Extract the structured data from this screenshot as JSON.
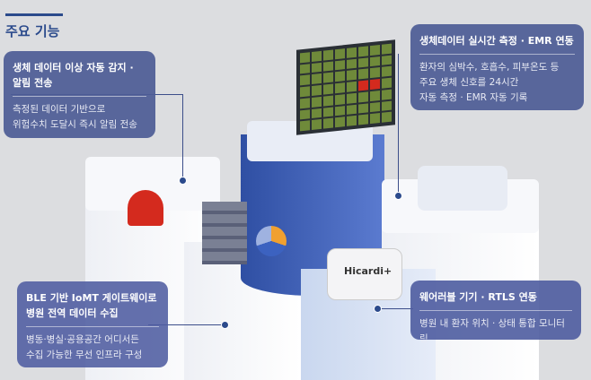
{
  "section_title": "주요 기능",
  "cards": [
    {
      "title_lines": [
        "생체 데이터 이상 자동 감지 ·",
        "알림 전송"
      ],
      "body_lines": [
        "측정된 데이터 기반으로",
        "위험수치 도달시 즉시 알림 전송"
      ]
    },
    {
      "title_lines": [
        "생체데이터 실시간 측정 · EMR 연동"
      ],
      "body_lines": [
        "환자의 심박수, 호흡수, 피부온도 등",
        "주요 생체 신호를 24시간",
        "자동 측정 · EMR 자동 기록"
      ]
    },
    {
      "title_lines": [
        "BLE 기반 IoMT 게이트웨이로",
        "병원 전역 데이터 수집"
      ],
      "body_lines": [
        "병동·병실·공용공간 어디서든",
        "수집 가능한  무선 인프라 구성"
      ]
    },
    {
      "title_lines": [
        "웨어러블 기기 · RTLS 연동"
      ],
      "body_lines": [
        "병원 내 환자 위치 · 상태 통합 모니터링"
      ]
    }
  ],
  "device_label": "Hicardi+",
  "colors": {
    "accent": "#2b4a8c",
    "card": "#4e5c96",
    "alarm": "#d42a1e"
  }
}
